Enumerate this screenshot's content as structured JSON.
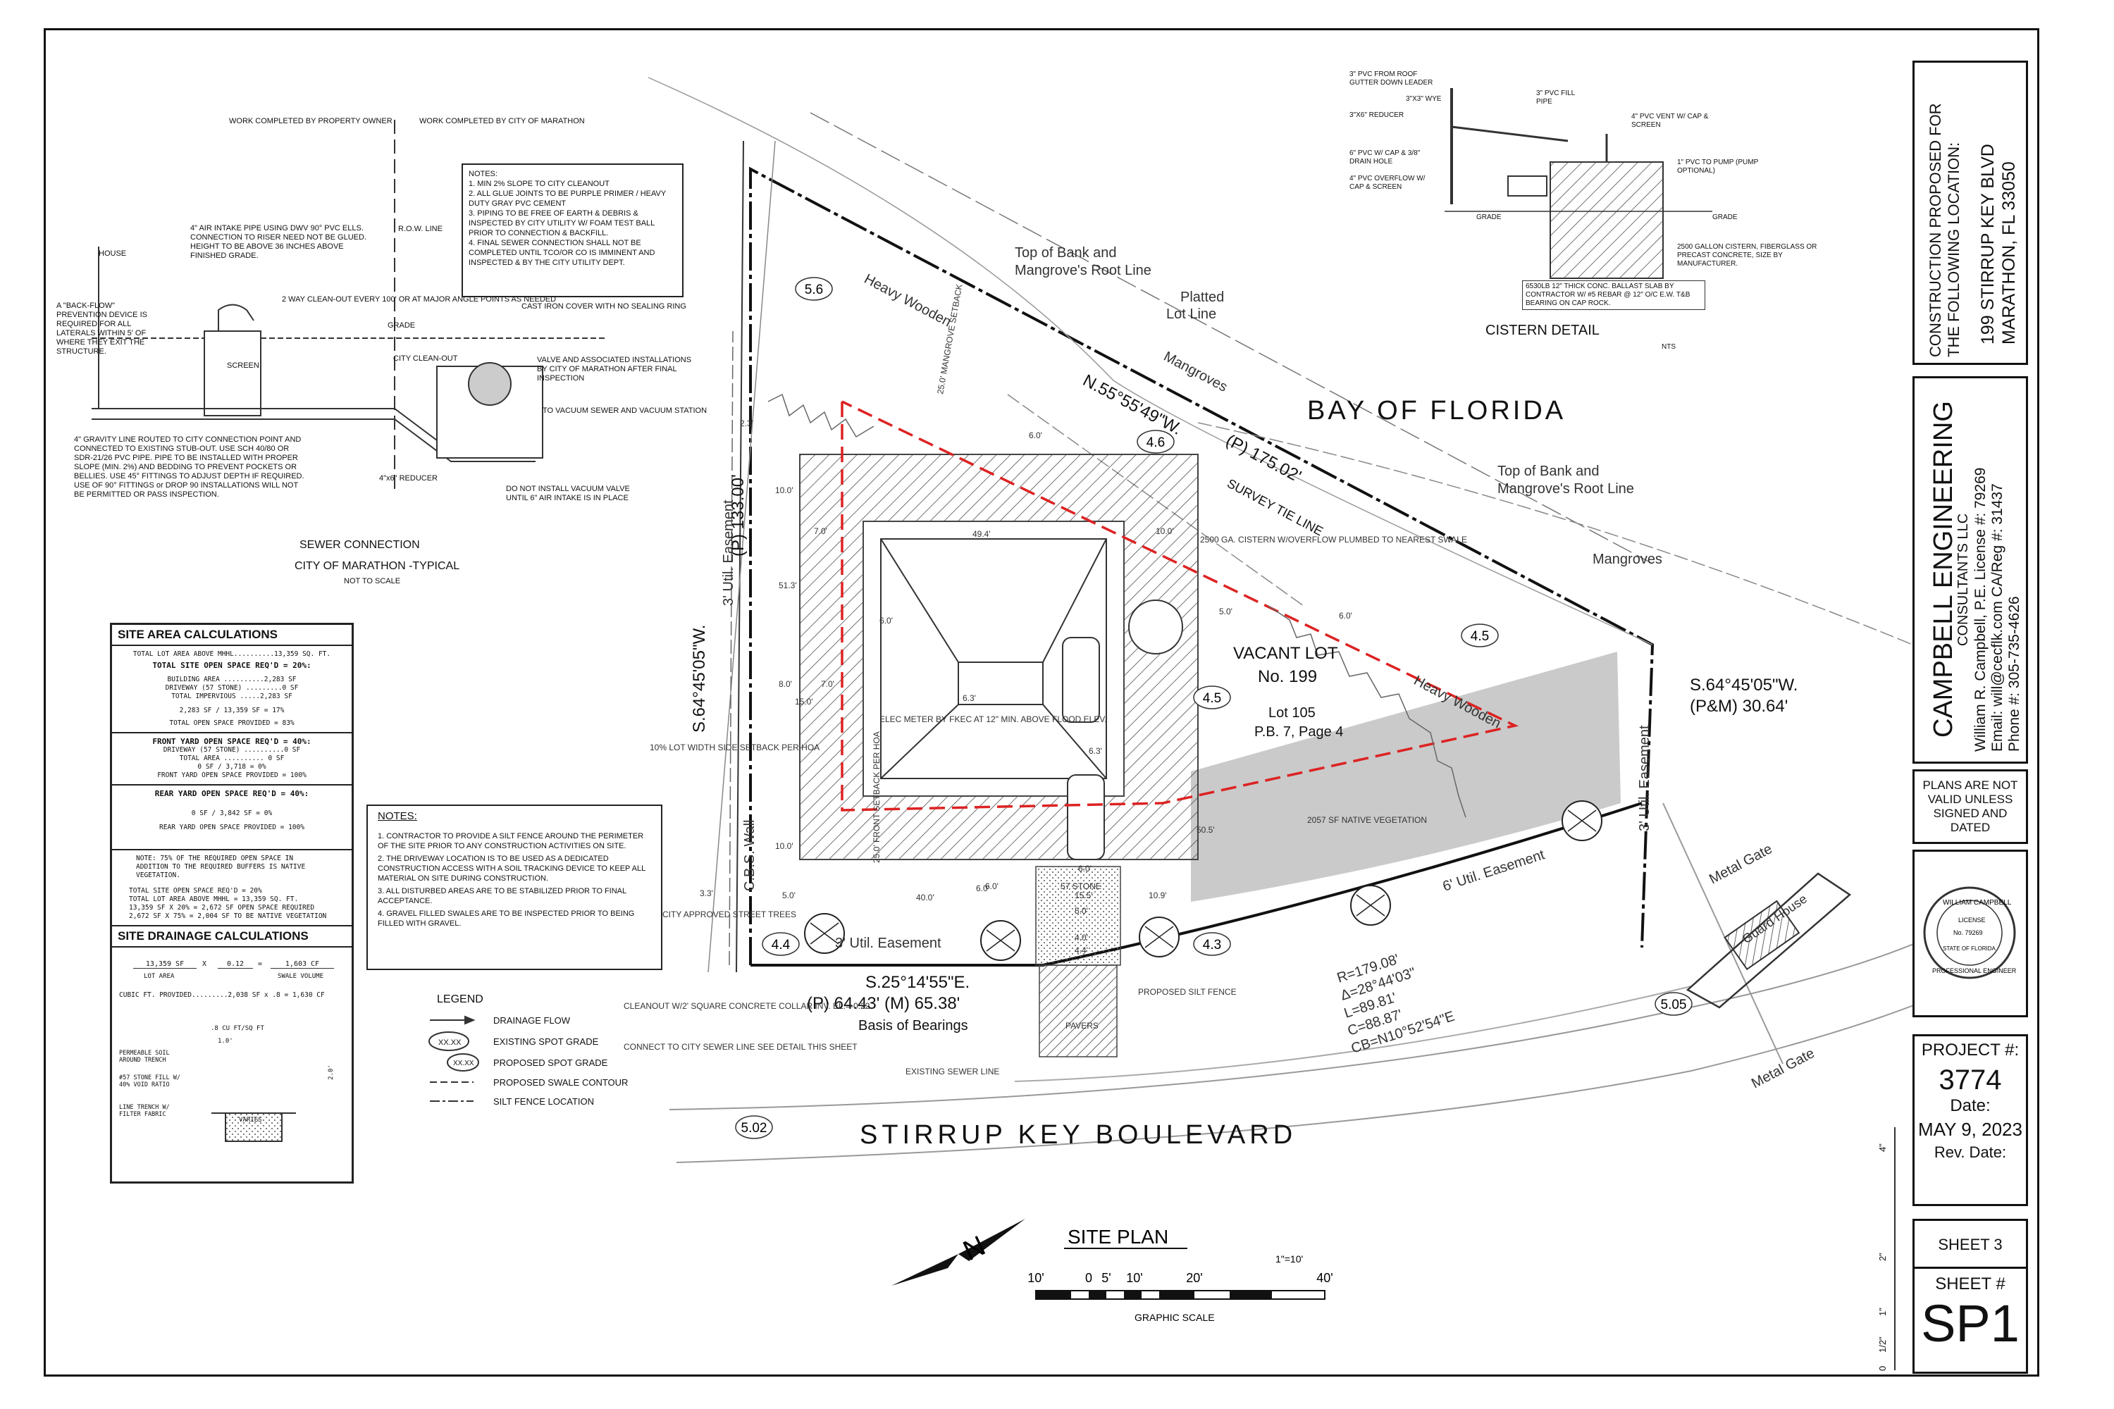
{
  "title_block": {
    "construction_line1": "CONSTRUCTION PROPOSED FOR",
    "construction_line2": "THE FOLLOWING LOCATION:",
    "address_line1": "199 STIRRUP KEY BLVD",
    "address_line2": "MARATHON, FL 33050",
    "company": "CAMPBELL ENGINEERING",
    "company_sub": "CONSULTANTS LLC",
    "engineer": "William R. Campbell, P.E.   License #: 79269",
    "email": "Email: will@cecflk.com     CA/Reg #: 31437",
    "phone": "Phone #: 305-735-4626",
    "disclaimer": "PLANS ARE NOT VALID UNLESS SIGNED AND DATED",
    "seal_name": "WILLIAM CAMPBELL",
    "seal_license": "LICENSE",
    "seal_number": "No. 79269",
    "seal_state": "STATE OF FLORIDA",
    "seal_title": "PROFESSIONAL ENGINEER",
    "project_label": "PROJECT #:",
    "project_number": "3774",
    "date_label": "Date:",
    "date": "MAY 9, 2023",
    "rev_label": "Rev. Date:",
    "sheet_count": "SHEET 3",
    "sheet_label": "SHEET #",
    "sheet_id": "SP1",
    "scale_marks": [
      "4\"",
      "2\"",
      "1\"",
      "1/2\"",
      "0"
    ]
  },
  "site": {
    "bay": "BAY OF FLORIDA",
    "street": "STIRRUP KEY BOULEVARD",
    "vacant": "VACANT  LOT",
    "lot_no": "No. 199",
    "lot_ref": "Lot 105",
    "plat_ref": "P.B. 7, Page 4",
    "native_veg": "2057 SF NATIVE VEGETATION",
    "top_bank_1a": "Top of Bank and",
    "top_bank_1b": "Mangrove's Root Line",
    "top_bank_2a": "Top of Bank and",
    "top_bank_2b": "Mangrove's Root Line",
    "platted_a": "Platted",
    "platted_b": "Lot Line",
    "mangroves_1": "Mangroves",
    "mangroves_2": "Mangroves",
    "heavy_wooden_1": "Heavy Wooden",
    "heavy_wooden_2": "Heavy Wooden",
    "bearing_north": "N.55°55'49\"W.",
    "bearing_north_dist": "(P) 175.02'",
    "survey_tie": "SURVEY TIE LINE",
    "bearing_west": "S.64°45'05\"W.",
    "bearing_west_dist": "(P) 133.00'",
    "bearing_east_a": "S.64°45'05\"W.",
    "bearing_east_b": "(P&M) 30.64'",
    "bearing_south_a": "S.25°14'55\"E.",
    "bearing_south_b": "(P) 64.43'   (M) 65.38'",
    "basis": "Basis of Bearings",
    "curve_r": "R=179.08'",
    "curve_d": "Δ=28°44'03\"",
    "curve_l": "L=89.81'",
    "curve_c": "C=88.87'",
    "curve_cb": "CB=N10°52'54\"E",
    "util_east_1": "3' Util. Easement",
    "util_east_2": "6' Util. Easement",
    "util_east_3": "3' Util. Easement",
    "util_east_4": "3' Util. Easement",
    "cbs_wall": "C.B.S. Wall",
    "metal_gate_1": "Metal Gate",
    "metal_gate_2": "Metal Gate",
    "guard_house": "Guard House",
    "mangrove_setback": "25.0' MANGROVE SETBACK",
    "cistern_note": "2500 GA. CISTERN W/OVERFLOW PLUMBED TO NEAREST SWALE",
    "elec_meter": "ELEC METER BY FKEC AT 12\" MIN. ABOVE FLOOD ELEV.",
    "lot_width": "10% LOT WIDTH SIDE SETBACK PER HOA",
    "street_trees": "CITY APPROVED STREET TREES",
    "cleanout": "CLEANOUT W/2' SQUARE CONCRETE COLLAR INV. EL.=-0.22",
    "connect": "CONNECT TO CITY SEWER LINE SEE DETAIL THIS SHEET",
    "proposed_silt": "PROPOSED SILT FENCE",
    "existing_sewer": "EXISTING SEWER LINE",
    "pavers": "PAVERS",
    "stone": "57 STONE",
    "front_setback": "25.0' FRONT SETBACK PER HOA",
    "grades": [
      "5.6",
      "4.6",
      "4.5",
      "4.5",
      "4.4",
      "4.3",
      "5.05",
      "5.02"
    ],
    "dims": [
      "10.0'",
      "7.0'",
      "49.4'",
      "10.0'",
      "6.0'",
      "6.0'",
      "6.3'",
      "6.0'",
      "5.0'",
      "6.0'",
      "15.0'",
      "10.0'",
      "40.0'",
      "6.0'",
      "15.5'",
      "10.9'",
      "5.0'",
      "4.0'",
      "4.4'",
      "6.3'",
      "51.3'",
      "8.0'",
      "3.3'",
      "2.3'",
      "5.0'",
      "7.0'",
      "50.5'",
      "6.0'"
    ]
  },
  "site_plan": {
    "title": "SITE PLAN",
    "scale": "1\"=10'",
    "graphic_scale": "GRAPHIC SCALE",
    "ticks": [
      "10'",
      "0",
      "5'",
      "10'",
      "20'",
      "40'"
    ]
  },
  "sewer": {
    "title": "SEWER CONNECTION",
    "subtitle": "CITY OF MARATHON -TYPICAL",
    "nts": "NOT TO SCALE",
    "work_owner": "WORK COMPLETED BY PROPERTY OWNER",
    "work_city": "WORK COMPLETED BY CITY OF MARATHON",
    "row": "R.O.W. LINE",
    "house": "HOUSE",
    "backflow": "A \"BACK-FLOW\" PREVENTION DEVICE IS REQUIRED FOR ALL LATERALS WITHIN 5' OF WHERE THEY EXIT THE STRUCTURE.",
    "air_intake": "4\" AIR INTAKE PIPE USING DWV 90° PVC ELLS. CONNECTION TO RISER NEED NOT BE GLUED. HEIGHT TO BE ABOVE 36 INCHES ABOVE FINISHED GRADE.",
    "cleanout_2way": "2 WAY CLEAN-OUT EVERY 100' OR AT MAJOR ANGLE POINTS AS NEEDED",
    "cast_iron": "CAST IRON COVER WITH NO SEALING RING",
    "grade": "GRADE",
    "screen": "SCREEN",
    "city_cleanout": "CITY CLEAN-OUT",
    "valve": "VALVE AND ASSOCIATED INSTALLATIONS BY CITY OF MARATHON AFTER FINAL INSPECTION",
    "vacuum": "TO VACUUM SEWER AND VACUUM STATION",
    "reducer": "4\"x6\" REDUCER",
    "do_not": "DO NOT INSTALL VACUUM VALVE UNTIL 6\" AIR INTAKE IS IN PLACE",
    "gravity": "4\" GRAVITY LINE ROUTED TO CITY CONNECTION POINT AND CONNECTED TO EXISTING STUB-OUT. USE SCH 40/80 OR SDR-21/26 PVC PIPE. PIPE TO BE INSTALLED WITH PROPER SLOPE (MIN. 2%) AND BEDDING TO PREVENT POCKETS OR BELLIES. USE 45° FITTINGS TO ADJUST DEPTH IF REQUIRED. USE OF 90° FITTINGS or DROP 90 INSTALLATIONS WILL NOT BE PERMITTED OR PASS INSPECTION.",
    "notes": [
      "NOTES:",
      "1. MIN 2% SLOPE TO CITY CLEANOUT",
      "2. ALL GLUE JOINTS TO BE PURPLE PRIMER / HEAVY DUTY GRAY PVC CEMENT",
      "3. PIPING TO BE FREE OF EARTH & DEBRIS & INSPECTED BY CITY UTILITY W/ FOAM TEST BALL PRIOR TO CONNECTION & BACKFILL.",
      "4. FINAL SEWER CONNECTION SHALL NOT BE COMPLETED UNTIL TCO/OR CO IS IMMINENT AND INSPECTED & BY THE CITY UTILITY DEPT."
    ]
  },
  "cistern": {
    "title": "CISTERN DETAIL",
    "nts": "NTS",
    "labels": [
      "3\" PVC FROM ROOF GUTTER DOWN LEADER",
      "3\"X3\" WYE",
      "3\"X6\" REDUCER",
      "6\" PVC W/ CAP & 3/8\" DRAIN HOLE",
      "4\" PVC OVERFLOW W/ CAP & SCREEN",
      "3\" PVC FILL PIPE",
      "4\" PVC VENT W/ CAP & SCREEN",
      "1\" PVC TO PUMP (PUMP OPTIONAL)",
      "GRADE",
      "GRADE",
      "2500 GALLON CISTERN, FIBERGLASS OR PRECAST CONCRETE, SIZE BY MANUFACTURER.",
      "6530LB 12\" THICK CONC. BALLAST SLAB BY CONTRACTOR W/ #5 REBAR @ 12\" O/C E.W. T&B BEARING ON CAP ROCK."
    ]
  },
  "site_area": {
    "title": "SITE AREA CALCULATIONS",
    "lines": [
      "TOTAL LOT AREA ABOVE MHHL..........13,359 SQ. FT.",
      "TOTAL SITE OPEN SPACE REQ'D = 20%:",
      "BUILDING AREA ..........2,283 SF",
      "DRIVEWAY (57 STONE) .........0 SF",
      "TOTAL IMPERVIOUS .....2,283 SF",
      "2,283 SF / 13,359 SF = 17%",
      "TOTAL OPEN SPACE PROVIDED = 83%",
      "FRONT YARD OPEN SPACE REQ'D = 40%:",
      "DRIVEWAY (57 STONE) ..........0 SF",
      "TOTAL AREA .......... 0 SF",
      "0 SF / 3,718 = 0%",
      "FRONT YARD OPEN SPACE PROVIDED = 100%",
      "REAR YARD OPEN SPACE REQ'D = 40%:",
      "0 SF / 3,842 SF = 0%",
      "REAR YARD OPEN SPACE PROVIDED = 100%",
      "NOTE: 75% OF THE REQUIRED OPEN SPACE IN ADDITION TO THE REQUIRED BUFFERS IS NATIVE VEGETATION.",
      "TOTAL SITE OPEN SPACE REQ'D = 20%",
      "TOTAL LOT AREA ABOVE MHHL = 13,359 SQ. FT.",
      "13,359 SF X 20% = 2,672 SF OPEN SPACE REQUIRED",
      "2,672 SF X 75% = 2,004 SF TO BE NATIVE VEGETATION"
    ]
  },
  "drainage": {
    "title": "SITE DRAINAGE CALCULATIONS",
    "lot_area": "13,359 SF",
    "factor": "0.12",
    "volume": "1,603 CF",
    "lot_area_label": "LOT AREA",
    "volume_label": "SWALE VOLUME",
    "provided": "CUBIC FT. PROVIDED.........2,038 SF x .8 = 1,630 CF",
    "rate": ".8 CU FT/SQ FT",
    "permeable": "PERMEABLE SOIL AROUND TRENCH",
    "stone": "#57 STONE FILL W/ 40% VOID RATIO",
    "liner": "LINE TRENCH W/ FILTER FABRIC",
    "varies": "VARIES",
    "d1": "1.0'",
    "d2": "2.0'"
  },
  "notes": {
    "title": "NOTES:",
    "items": [
      "1.  CONTRACTOR TO PROVIDE A SILT FENCE AROUND THE PERIMETER OF THE SITE PRIOR TO ANY CONSTRUCTION ACTIVITIES ON SITE.",
      "2.  THE DRIVEWAY LOCATION IS TO BE USED AS A DEDICATED CONSTRUCTION ACCESS WITH A SOIL TRACKING DEVICE TO KEEP ALL MATERIAL ON SITE DURING CONSTRUCTION.",
      "3.  ALL DISTURBED AREAS ARE TO BE STABILIZED PRIOR TO FINAL ACCEPTANCE.",
      "4.  GRAVEL FILLED SWALES ARE TO BE INSPECTED PRIOR TO BEING FILLED WITH GRAVEL."
    ]
  },
  "legend": {
    "title": "LEGEND",
    "items": [
      "DRAINAGE FLOW",
      "EXISTING SPOT GRADE",
      "PROPOSED SPOT GRADE",
      "PROPOSED SWALE CONTOUR",
      "SILT FENCE LOCATION"
    ],
    "spot": "XX.XX"
  }
}
